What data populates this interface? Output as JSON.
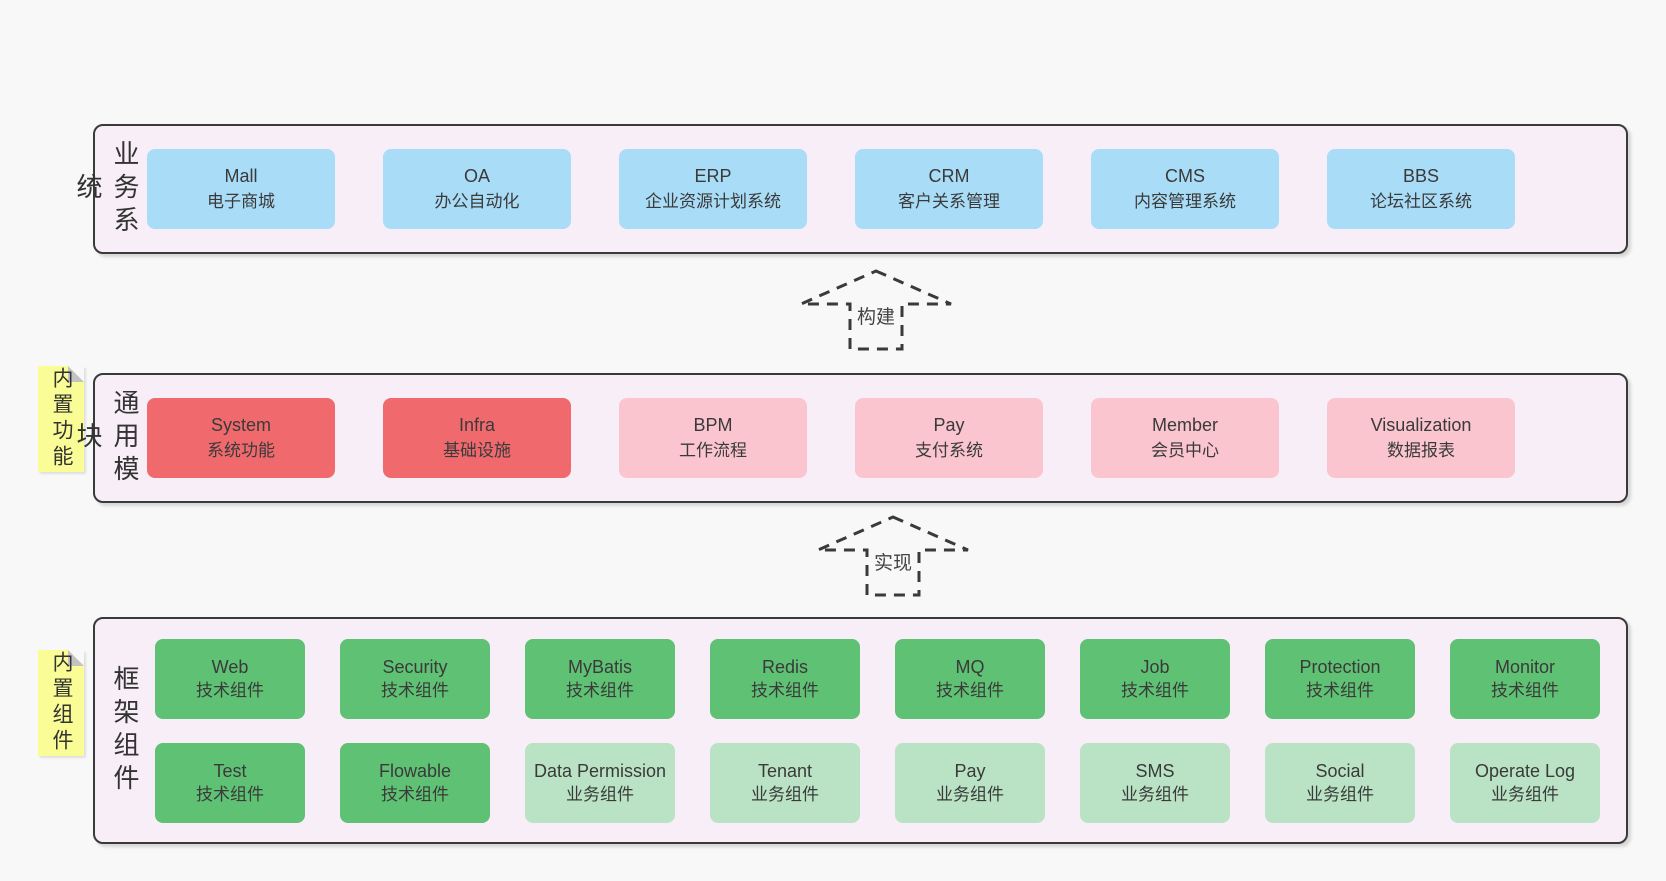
{
  "layers": {
    "business": {
      "label": "业务系统",
      "boxes": [
        {
          "name": "Mall",
          "desc": "电子商城"
        },
        {
          "name": "OA",
          "desc": "办公自动化"
        },
        {
          "name": "ERP",
          "desc": "企业资源计划系统"
        },
        {
          "name": "CRM",
          "desc": "客户关系管理"
        },
        {
          "name": "CMS",
          "desc": "内容管理系统"
        },
        {
          "name": "BBS",
          "desc": "论坛社区系统"
        }
      ]
    },
    "modules": {
      "label": "通用模块",
      "note": "内置功能",
      "boxes": [
        {
          "name": "System",
          "desc": "系统功能"
        },
        {
          "name": "Infra",
          "desc": "基础设施"
        },
        {
          "name": "BPM",
          "desc": "工作流程"
        },
        {
          "name": "Pay",
          "desc": "支付系统"
        },
        {
          "name": "Member",
          "desc": "会员中心"
        },
        {
          "name": "Visualization",
          "desc": "数据报表"
        }
      ]
    },
    "components": {
      "label": "框架组件",
      "note": "内置组件",
      "row1": [
        {
          "name": "Web",
          "desc": "技术组件"
        },
        {
          "name": "Security",
          "desc": "技术组件"
        },
        {
          "name": "MyBatis",
          "desc": "技术组件"
        },
        {
          "name": "Redis",
          "desc": "技术组件"
        },
        {
          "name": "MQ",
          "desc": "技术组件"
        },
        {
          "name": "Job",
          "desc": "技术组件"
        },
        {
          "name": "Protection",
          "desc": "技术组件"
        },
        {
          "name": "Monitor",
          "desc": "技术组件"
        }
      ],
      "row2": [
        {
          "name": "Test",
          "desc": "技术组件"
        },
        {
          "name": "Flowable",
          "desc": "技术组件"
        },
        {
          "name": "Data Permission",
          "desc": "业务组件"
        },
        {
          "name": "Tenant",
          "desc": "业务组件"
        },
        {
          "name": "Pay",
          "desc": "业务组件"
        },
        {
          "name": "SMS",
          "desc": "业务组件"
        },
        {
          "name": "Social",
          "desc": "业务组件"
        },
        {
          "name": "Operate Log",
          "desc": "业务组件"
        }
      ]
    }
  },
  "arrows": {
    "build": {
      "label": "构建"
    },
    "implement": {
      "label": "实现"
    }
  },
  "colors": {
    "business_box": "#a9dcf7",
    "module_highlight_box": "#f06a6d",
    "module_box": "#fac5cf",
    "tech_component_box": "#5fc173",
    "biz_component_box": "#b9e3c4",
    "panel_background": "#f8eef7",
    "note_yellow": "#fafc96"
  }
}
